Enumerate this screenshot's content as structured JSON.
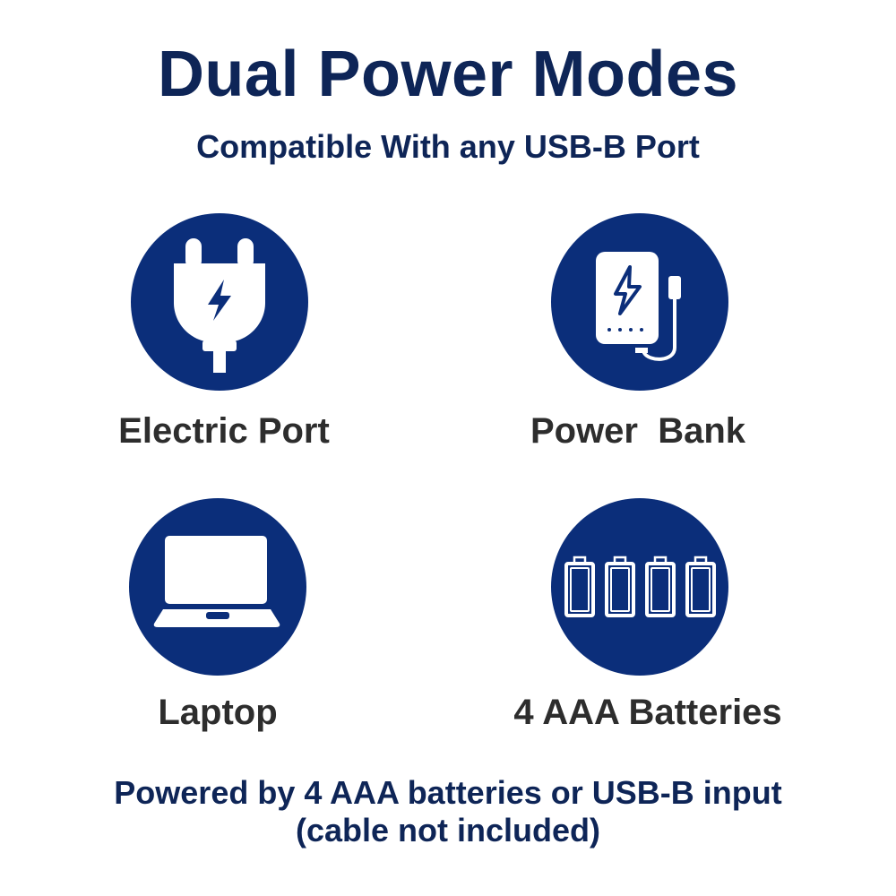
{
  "header": {
    "title": "Dual Power Modes",
    "subtitle": "Compatible With any USB-B Port"
  },
  "modes": [
    {
      "label": "Electric Port",
      "icon": "plug-icon"
    },
    {
      "label": "Power  Bank",
      "icon": "power-bank-icon"
    },
    {
      "label": "Laptop",
      "icon": "laptop-icon"
    },
    {
      "label": "4 AAA Batteries",
      "icon": "batteries-icon"
    }
  ],
  "footer": {
    "line1": "Powered by 4 AAA batteries or USB-B input",
    "line2": "(cable not included)"
  },
  "colors": {
    "circle": "#0b2e7a",
    "heading": "#0e2557",
    "label": "#2d2d2d"
  }
}
